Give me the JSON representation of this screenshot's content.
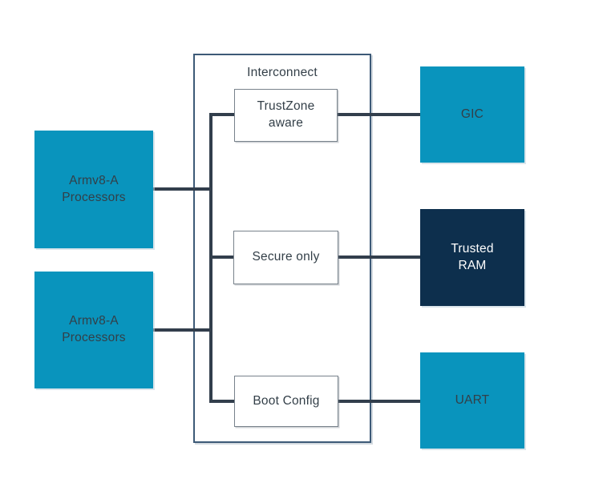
{
  "diagram": {
    "interconnect_label": "Interconnect",
    "nodes": {
      "processor1": {
        "label": "Armv8-A\nProcessors",
        "type": "processor"
      },
      "processor2": {
        "label": "Armv8-A\nProcessors",
        "type": "processor"
      },
      "trustzone_aware": {
        "label": "TrustZone\naware",
        "type": "interconnect-port"
      },
      "secure_only": {
        "label": "Secure only",
        "type": "interconnect-port"
      },
      "boot_config": {
        "label": "Boot Config",
        "type": "interconnect-port"
      },
      "gic": {
        "label": "GIC",
        "type": "peripheral"
      },
      "trusted_ram": {
        "label": "Trusted\nRAM",
        "type": "secure-memory"
      },
      "uart": {
        "label": "UART",
        "type": "peripheral"
      }
    },
    "colors": {
      "peripheral_blue": "#0994bd",
      "secure_navy": "#0d2f4d",
      "connector": "#323e4c",
      "container_border": "#3d5a77",
      "port_border": "#78828b",
      "text_dark": "#333f48",
      "text_light": "#ffffff"
    }
  }
}
